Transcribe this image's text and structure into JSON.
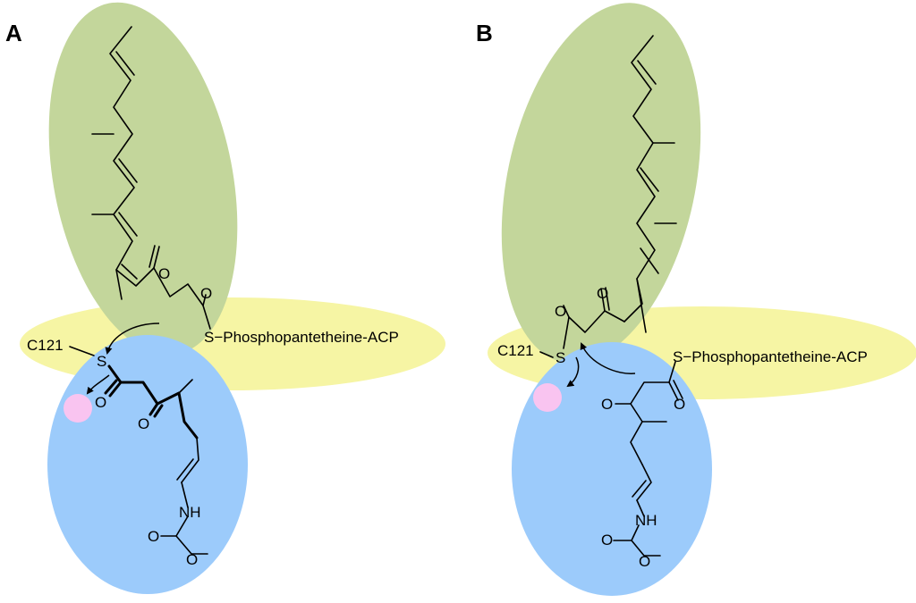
{
  "panels": [
    {
      "id": "A",
      "label": "A",
      "cys_label": "C121",
      "sulfur_label": "S",
      "acp_label": "S−Phosphopantetheine-ACP",
      "oxygen_labels": [
        "O",
        "O",
        "O",
        "O",
        "O",
        "O"
      ],
      "amine_label": "NH"
    },
    {
      "id": "B",
      "label": "B",
      "cys_label": "C121",
      "sulfur_label": "S",
      "acp_label": "S−Phosphopantetheine-ACP",
      "oxygen_labels": [
        "O",
        "O",
        "O",
        "O",
        "O",
        "O"
      ],
      "amine_label": "NH"
    }
  ],
  "colors": {
    "green_domain": "#c3d69b",
    "yellow_domain": "#f6f5a4",
    "blue_domain": "#9ccbfb",
    "pink_marker": "#f9c4f0"
  }
}
